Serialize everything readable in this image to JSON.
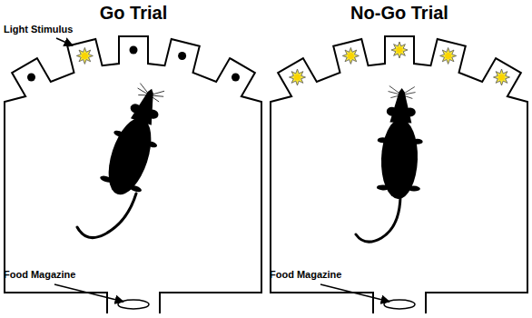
{
  "diagram": {
    "labels": [
      "Go Trial",
      "No-Go Trial",
      "Light Stimulus",
      "Food Magazine",
      "Food Magazine"
    ]
  }
}
